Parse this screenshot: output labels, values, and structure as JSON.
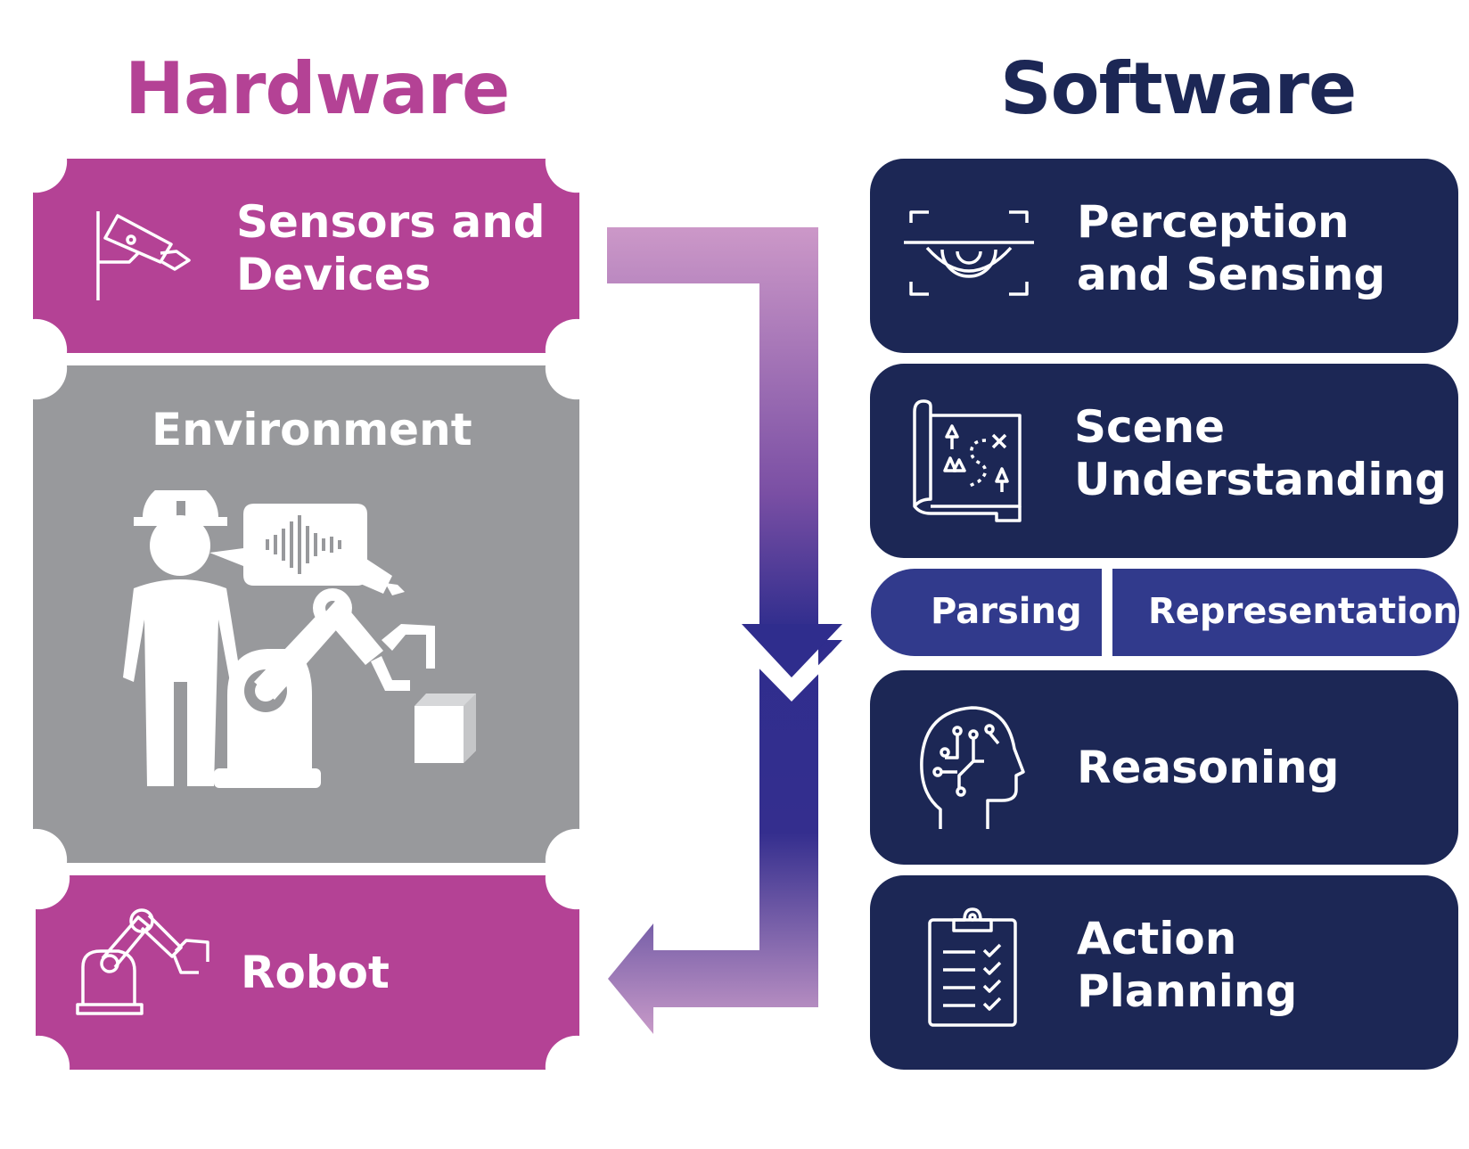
{
  "colors": {
    "hardware": "#b44295",
    "environment": "#98999c",
    "software": "#1c2755",
    "software_light": "#313a8c"
  },
  "hardware": {
    "title": "Hardware",
    "sensors": {
      "line1": "Sensors and",
      "line2": "Devices",
      "icon": "security-camera-icon"
    },
    "environment": {
      "title": "Environment",
      "icon": "worker-robot-scene-icon"
    },
    "robot": {
      "label": "Robot",
      "icon": "robot-arm-icon"
    }
  },
  "software": {
    "title": "Software",
    "perception": {
      "line1": "Perception",
      "line2": "and Sensing",
      "icon": "eye-scan-icon"
    },
    "scene": {
      "line1": "Scene",
      "line2": "Understanding",
      "icon": "map-icon"
    },
    "parsing": "Parsing",
    "representation": "Representation",
    "reasoning": {
      "label": "Reasoning",
      "icon": "brain-circuit-icon"
    },
    "planning": {
      "line1": "Action",
      "line2": "Planning",
      "icon": "checklist-icon"
    }
  },
  "flow": {
    "icon": "loop-arrow-icon"
  }
}
